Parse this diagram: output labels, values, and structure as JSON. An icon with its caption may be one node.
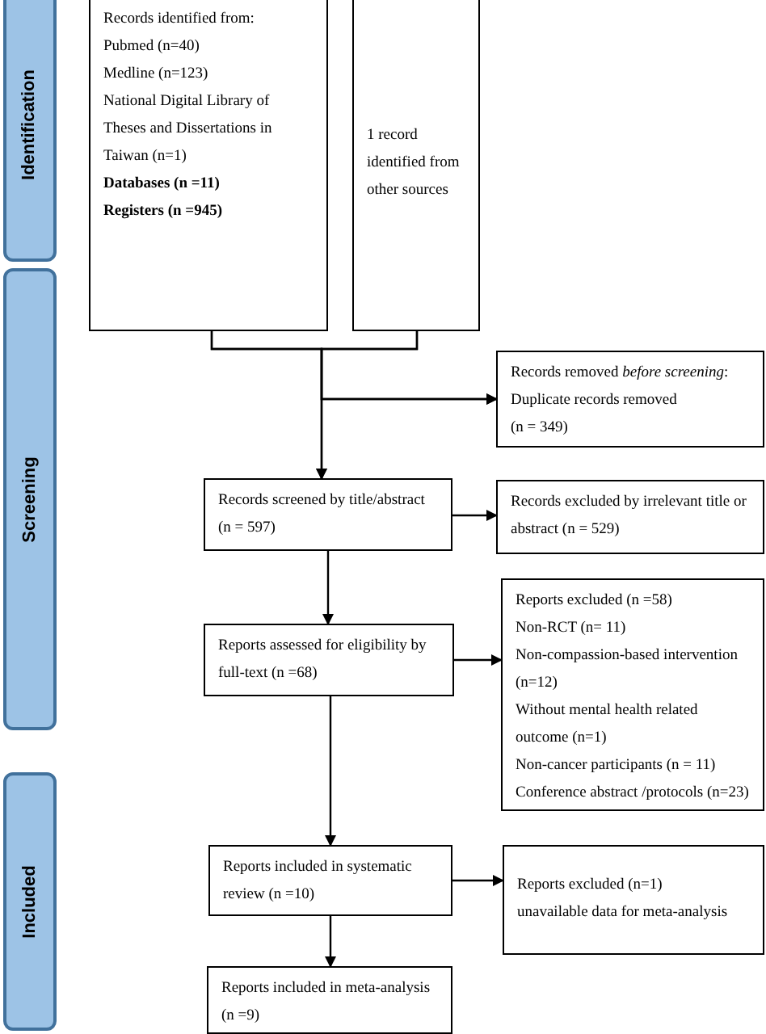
{
  "diagram": {
    "nodes": [
      {
        "text": [
          "Identification"
        ]
      },
      {
        "text": [
          "Screening"
        ]
      },
      {
        "text": [
          "Included"
        ]
      },
      {
        "text": [
          "Records identified from:",
          "Pubmed (n=40)",
          "Medline (n=123)",
          "National Digital Library of Theses and Dissertations in Taiwan (n=1)",
          "Databases (n =11)",
          "Registers (n =945)"
        ]
      },
      {
        "text": [
          "1 record identified from other sources"
        ]
      },
      {
        "text": [
          "Records removed *before screening*:",
          "Duplicate records removed",
          "(n = 349)"
        ]
      },
      {
        "text": [
          "Records screened by title/abstract (n = 597)"
        ]
      },
      {
        "text": [
          "Records excluded by irrelevant title or abstract (n = 529)"
        ]
      },
      {
        "text": [
          "Reports assessed for eligibility by full-text (n =68)"
        ]
      },
      {
        "text": [
          "Reports excluded (n =58)",
          "Non-RCT (n= 11)",
          "Non-compassion-based intervention (n=12)",
          "Without mental health related outcome (n=1)",
          "Non-cancer participants (n = 11)",
          "Conference abstract /protocols (n=23)"
        ]
      },
      {
        "text": [
          "Reports included in systematic review (n =10)"
        ]
      },
      {
        "text": [
          "Reports excluded (n=1)",
          "unavailable data for meta-analysis"
        ]
      },
      {
        "text": [
          "Reports included in meta-analysis (n =9)"
        ]
      }
    ],
    "edges": [
      {
        "from": 3,
        "to": 6,
        "arrow": "to"
      },
      {
        "from": 4,
        "to": 6,
        "arrow": "to"
      },
      {
        "from": 3,
        "to": 5,
        "arrow": "to"
      },
      {
        "from": 4,
        "to": 5,
        "arrow": "to"
      },
      {
        "from": 6,
        "to": 7,
        "arrow": "to"
      },
      {
        "from": 6,
        "to": 8,
        "arrow": "to"
      },
      {
        "from": 8,
        "to": 9,
        "arrow": "to"
      },
      {
        "from": 8,
        "to": 10,
        "arrow": "to"
      },
      {
        "from": 10,
        "to": 11,
        "arrow": "to"
      },
      {
        "from": 10,
        "to": 12,
        "arrow": "to"
      }
    ]
  }
}
